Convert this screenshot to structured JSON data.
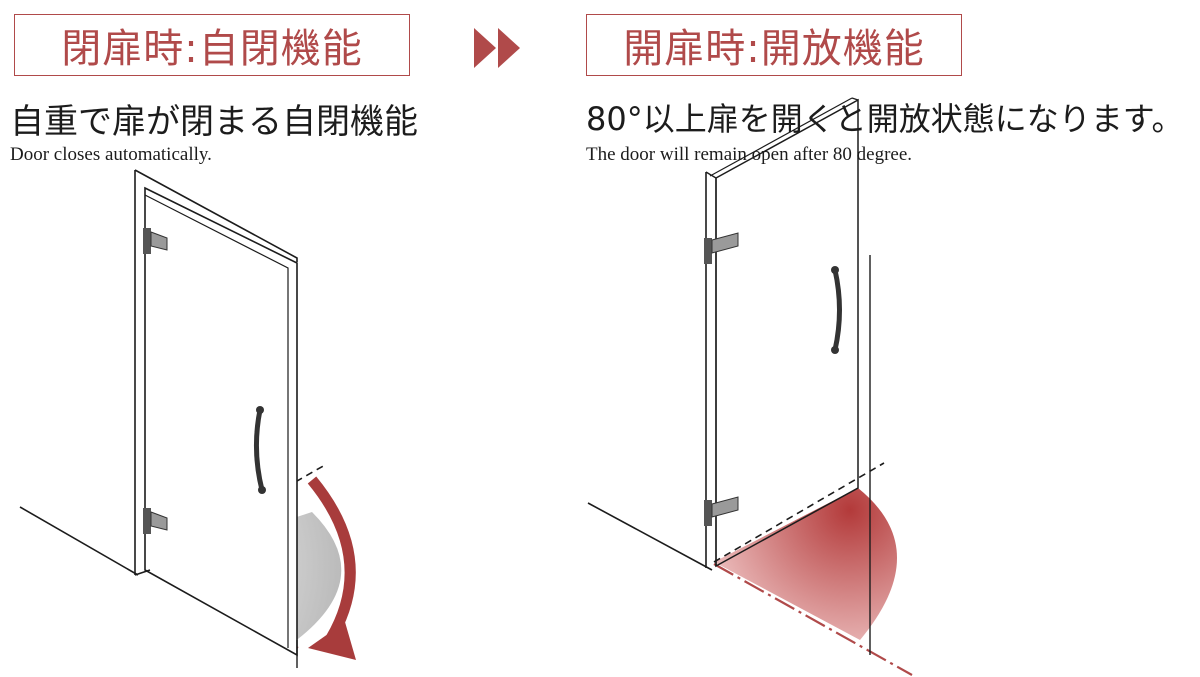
{
  "left": {
    "title": "閉扉時:自閉機能",
    "heading": "自重で扉が閉まる自閉機能",
    "subtitle": "Door closes automatically."
  },
  "right": {
    "title": "開扉時:開放機能",
    "heading": "80°以上扉を開くと開放状態になります。",
    "subtitle": "The door will remain open after 80 degree."
  },
  "colors": {
    "accent": "#b04a4a",
    "arrow": "#a83c3c",
    "line": "#1c1c1c"
  },
  "icons": {
    "divider": "double-chevron-right-icon"
  }
}
